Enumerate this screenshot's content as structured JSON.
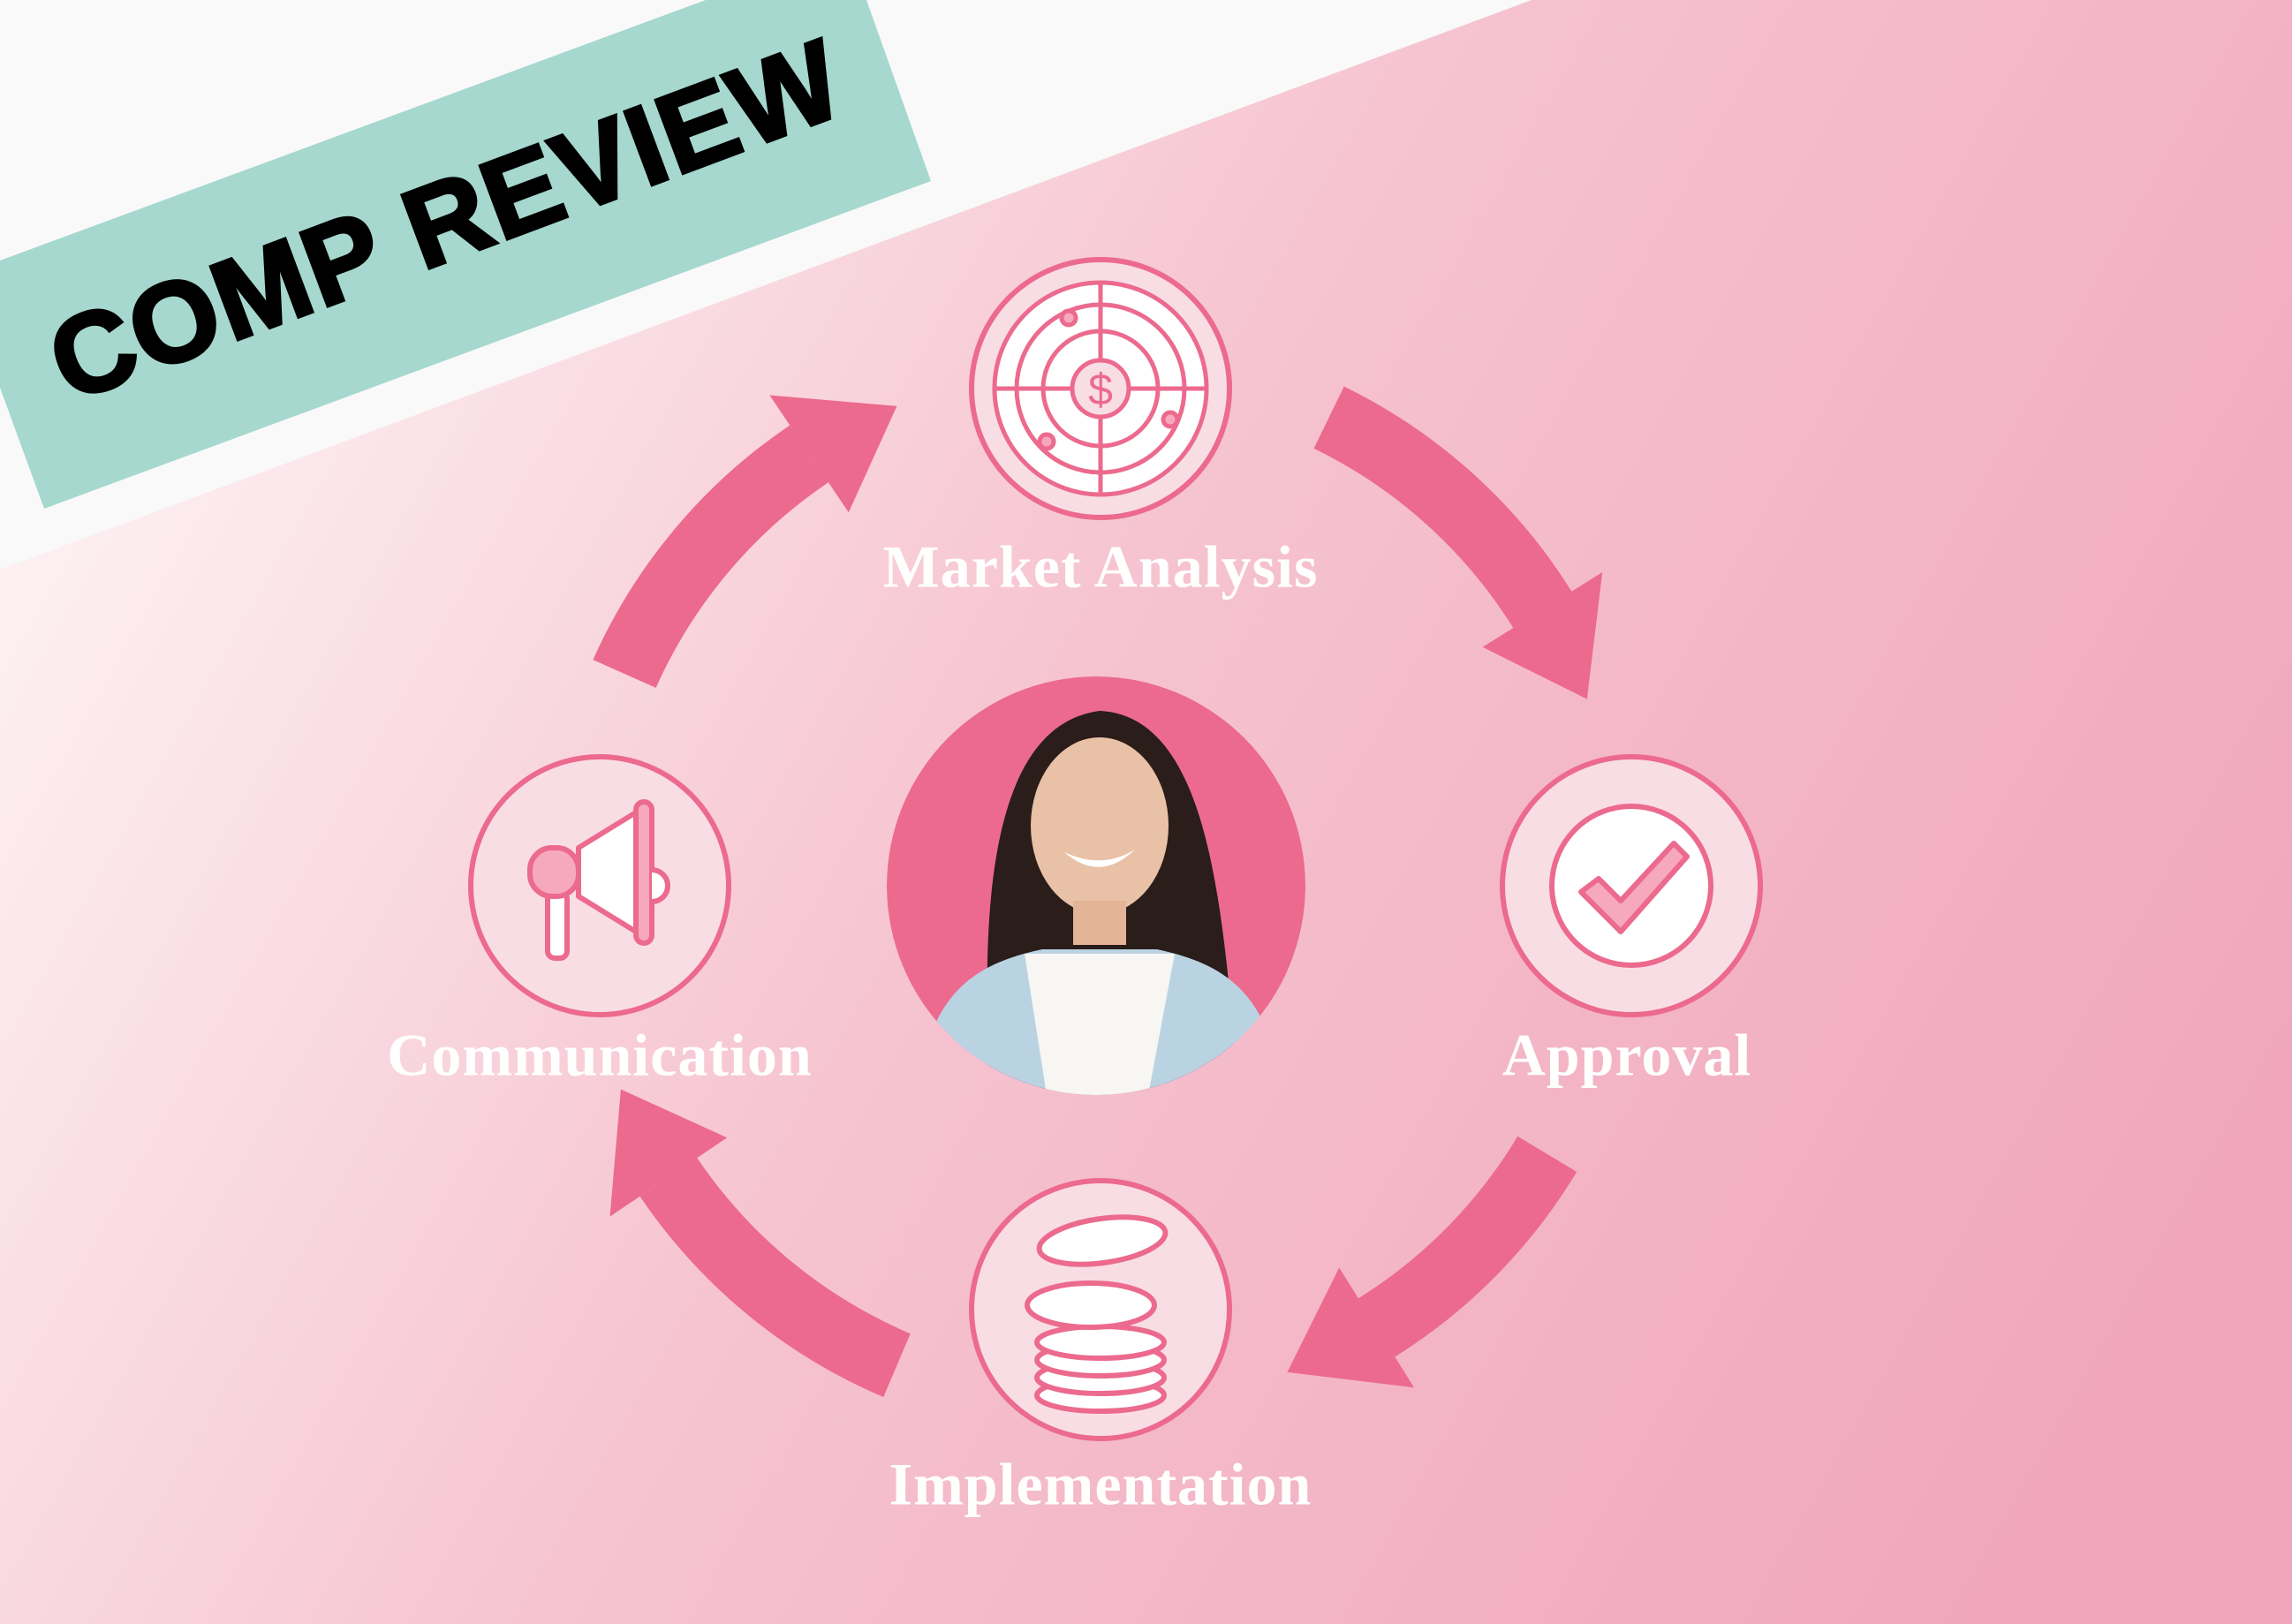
{
  "banner": {
    "title": "COMP REVIEW",
    "color": "#A6D8CF"
  },
  "colors": {
    "accent": "#EC6A8E",
    "background_light": "#FCEEF1",
    "background_dark": "#F2A9BE",
    "icon_fill": "#F9DDE5"
  },
  "steps": [
    {
      "label": "Market Analysis",
      "icon": "target-dollar-icon"
    },
    {
      "label": "Approval",
      "icon": "checkmark-icon"
    },
    {
      "label": "Implementation",
      "icon": "coins-stack-icon"
    },
    {
      "label": "Communication",
      "icon": "megaphone-icon"
    }
  ],
  "center": {
    "image": "smiling-woman-portrait"
  }
}
